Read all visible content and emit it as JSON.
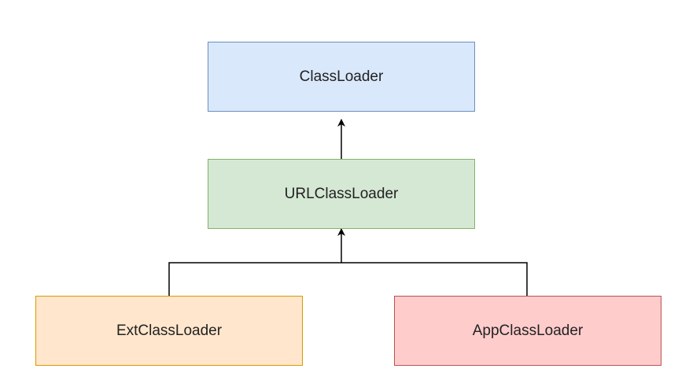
{
  "nodes": {
    "classloader": {
      "label": "ClassLoader",
      "fill": "#dae8fc",
      "stroke": "#6c8ebf"
    },
    "urlclassloader": {
      "label": "URLClassLoader",
      "fill": "#d5e8d4",
      "stroke": "#82b366"
    },
    "extclassloader": {
      "label": "ExtClassLoader",
      "fill": "#ffe6cc",
      "stroke": "#d79b00"
    },
    "appclassloader": {
      "label": "AppClassLoader",
      "fill": "#ffcccc",
      "stroke": "#b85450"
    }
  },
  "edges": [
    {
      "from": "urlclassloader",
      "to": "classloader"
    },
    {
      "from": "extclassloader",
      "to": "urlclassloader"
    },
    {
      "from": "appclassloader",
      "to": "urlclassloader"
    }
  ],
  "line_color": "#000000"
}
